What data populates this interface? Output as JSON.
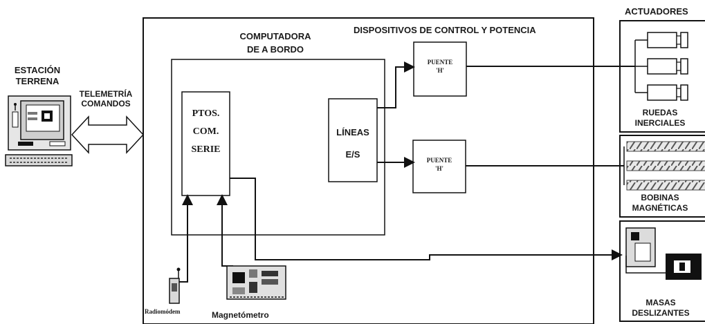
{
  "ground": {
    "title_line1": "ESTACIÓN",
    "title_line2": "TERRENA",
    "link_line1": "TELEMETRÍA",
    "link_line2": "COMANDOS"
  },
  "control": {
    "title": "DISPOSITIVOS DE CONTROL Y POTENCIA",
    "computer_line1": "COMPUTADORA",
    "computer_line2": "DE A BORDO",
    "serial_line1": "PTOS.",
    "serial_line2": "COM.",
    "serial_line3": "SERIE",
    "io_line1": "LÍNEAS",
    "io_line2": "E/S",
    "bridge1_line1": "PUENTE",
    "bridge1_line2": "'H'",
    "bridge2_line1": "PUENTE",
    "bridge2_line2": "'H'",
    "radiomodem": "Radiomódem",
    "magnetometer": "Magnetómetro"
  },
  "actuators": {
    "title": "ACTUADORES",
    "wheels_line1": "RUEDAS",
    "wheels_line2": "INERCIALES",
    "coils_line1": "BOBINAS",
    "coils_line2": "MAGNÉTICAS",
    "masses_line1": "MASAS",
    "masses_line2": "DESLIZANTES"
  }
}
